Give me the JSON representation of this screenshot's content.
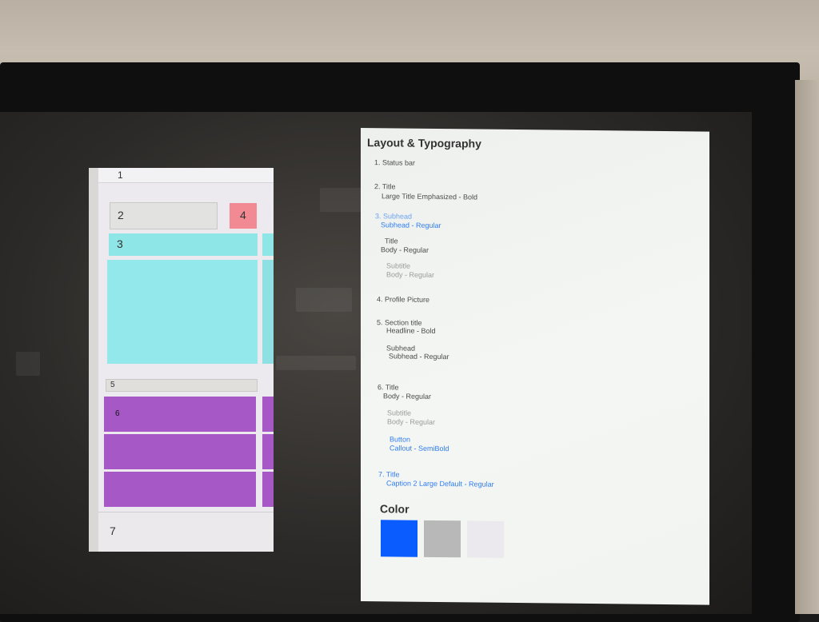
{
  "phone": {
    "status_label": "1",
    "title_label": "2",
    "avatar_label": "4",
    "subhead_label": "3",
    "section_label": "5",
    "row_label": "6",
    "tabbar_label": "7"
  },
  "spec": {
    "heading": "Layout & Typography",
    "items": {
      "status": "1. Status bar",
      "title": "2. Title",
      "title_style": "Large Title Emphasized - Bold",
      "subhead": "3. Subhead",
      "subhead_style": "Subhead - Regular",
      "sub_title": "Title",
      "sub_title_style": "Body - Regular",
      "sub_subtitle": "Subtitle",
      "sub_subtitle_style": "Body - Regular",
      "profile": "4. Profile Picture",
      "section": "5. Section title",
      "section_style": "Headline - Bold",
      "section_subhead": "Subhead",
      "section_subhead_style": "Subhead - Regular",
      "row_title": "6. Title",
      "row_title_style": "Body - Regular",
      "row_subtitle": "Subtitle",
      "row_subtitle_style": "Body - Regular",
      "row_button": "Button",
      "row_button_style": "Callout - SemiBold",
      "caption_title": "7. Title",
      "caption_style": "Caption 2 Large Default - Regular"
    },
    "color_heading": "Color",
    "colors": [
      "#0a5cff",
      "#b8b8b8",
      "#ebe8ee"
    ]
  }
}
